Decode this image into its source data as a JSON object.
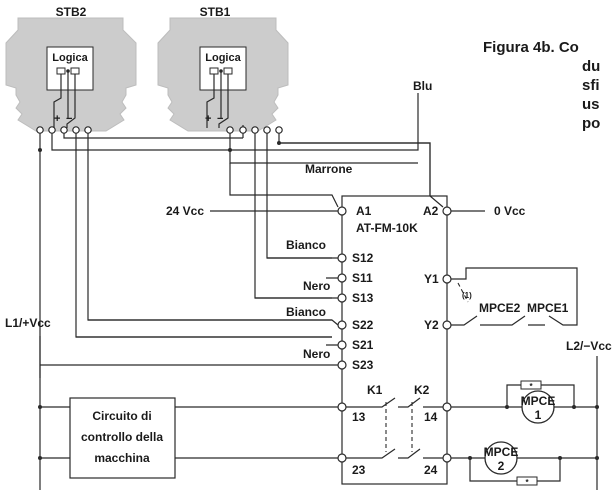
{
  "caption": {
    "lines": [
      "Figura 4b. Co",
      "du",
      "sfi",
      "us",
      "po"
    ]
  },
  "sensors": [
    {
      "name": "STB2",
      "logic_label": "Logica"
    },
    {
      "name": "STB1",
      "logic_label": "Logica"
    }
  ],
  "polarity": {
    "plus": "+",
    "minus": "−"
  },
  "wire_labels": {
    "blu": "Blu",
    "marrone": "Marrone",
    "bianco_1": "Bianco",
    "nero_1": "Nero",
    "bianco_2": "Bianco",
    "nero_2": "Nero"
  },
  "power": {
    "v24": "24 Vcc",
    "v0": "0 Vcc",
    "l1": "L1/+Vcc",
    "l2": "L2/−Vcc"
  },
  "module": {
    "name": "AT-FM-10K",
    "terminals": {
      "a1": "A1",
      "a2": "A2",
      "s12": "S12",
      "s11": "S11",
      "s13": "S13",
      "s22": "S22",
      "s21": "S21",
      "s23": "S23",
      "y1": "Y1",
      "y2": "Y2",
      "k1": "K1",
      "k2": "K2",
      "t13": "13",
      "t14": "14",
      "t23": "23",
      "t24": "24"
    }
  },
  "feedback": {
    "note": "(1)",
    "mpce2": "MPCE2",
    "mpce1": "MPCE1"
  },
  "machine_box": [
    "Circuito di",
    "controllo della",
    "macchina"
  ],
  "coils": [
    {
      "name": "MPCE",
      "num": "1"
    },
    {
      "name": "MPCE",
      "num": "2"
    }
  ],
  "suppressor": "*"
}
